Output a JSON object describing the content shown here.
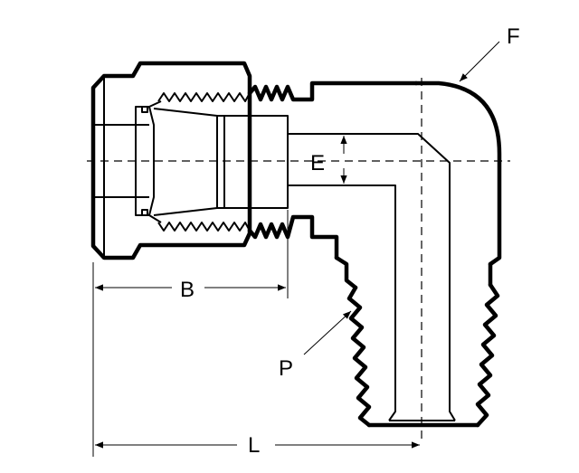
{
  "labels": {
    "f": "F",
    "e": "E",
    "b": "B",
    "p": "P",
    "l": "L"
  }
}
